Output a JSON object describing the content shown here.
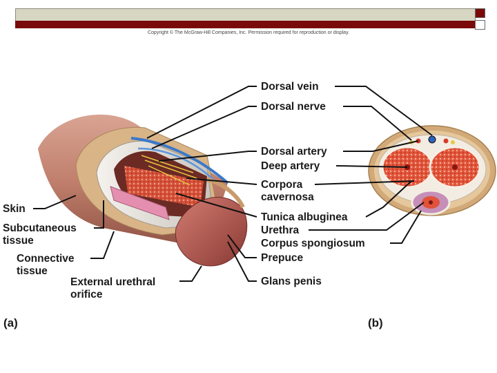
{
  "header": {
    "copyright": "Copyright © The McGraw-Hill Companies, Inc. Permission required for reproduction or display."
  },
  "colors": {
    "top_band": "#d6d6c2",
    "red_band": "#7a0a0a",
    "skin": "#c98f7c",
    "connective": "#e8e2da",
    "erectile": "#d8402a",
    "glans": "#b5524a"
  },
  "labels": {
    "dorsal_vein": "Dorsal vein",
    "dorsal_nerve": "Dorsal nerve",
    "dorsal_artery": "Dorsal artery",
    "deep_artery": "Deep artery",
    "corpora_1": "Corpora",
    "corpora_2": "cavernosa",
    "tunica": "Tunica albuginea",
    "urethra": "Urethra",
    "corpus_spongiosum": "Corpus spongiosum",
    "prepuce": "Prepuce",
    "glans_penis": "Glans penis",
    "skin": "Skin",
    "subcutaneous_1": "Subcutaneous",
    "subcutaneous_2": "tissue",
    "connective_1": "Connective",
    "connective_2": "tissue",
    "external_1": "External urethral",
    "external_2": "orifice"
  },
  "panels": {
    "a": "(a)",
    "b": "(b)"
  }
}
